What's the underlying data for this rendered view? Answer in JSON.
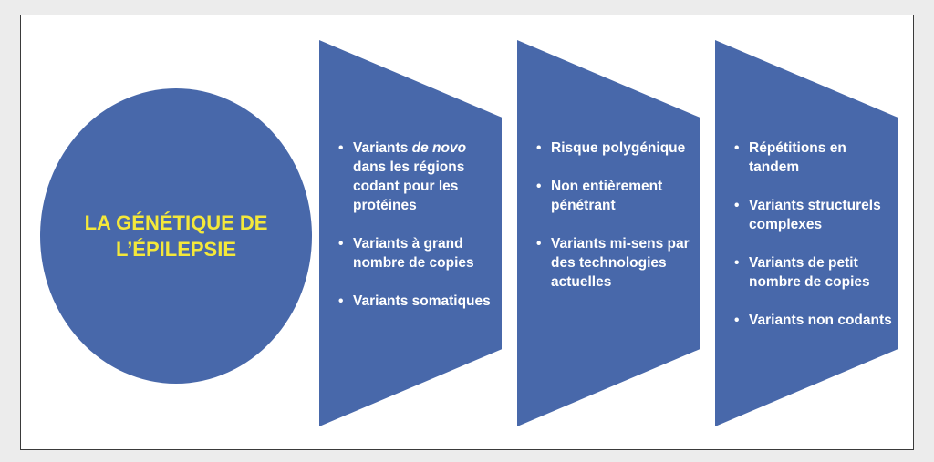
{
  "title": "LA GÉNÉTIQUE DE L’ÉPILEPSIE",
  "bullet_glyph": "•",
  "columns": [
    {
      "items": [
        {
          "pre": "Variants ",
          "em": "de novo",
          "post": " dans les régions codant pour les protéines"
        },
        {
          "text": "Variants à grand nombre de copies"
        },
        {
          "text": "Variants somatiques"
        }
      ]
    },
    {
      "items": [
        {
          "text": "Risque polygénique"
        },
        {
          "text": "Non entièrement pénétrant"
        },
        {
          "text": "Variants mi-sens par des technologies actuelles"
        }
      ]
    },
    {
      "items": [
        {
          "text": "Répétitions en tandem"
        },
        {
          "text": "Variants structurels complexes"
        },
        {
          "text": "Variants de petit nombre de copies"
        },
        {
          "text": "Variants non codants"
        }
      ]
    }
  ],
  "colors": {
    "shape_fill": "#4868aa",
    "title_text": "#f4e83a",
    "item_text": "#ffffff",
    "background": "#ececec"
  }
}
